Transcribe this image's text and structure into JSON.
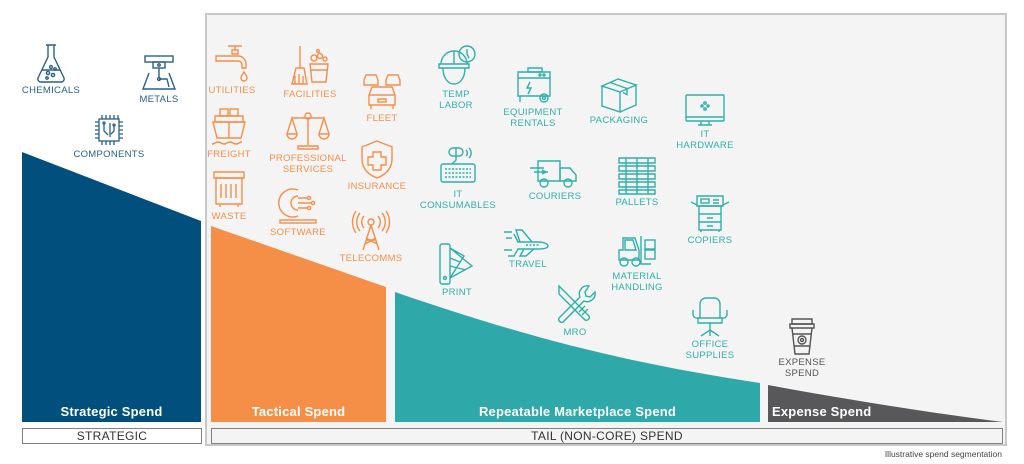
{
  "colors": {
    "strategic": "#004f7c",
    "tactical": "#f58f48",
    "marketplace": "#2ea8a8",
    "expense": "#58585a",
    "panel_bg": "#f4f4f4",
    "panel_border": "#c8c8c8"
  },
  "segments": {
    "strategic": {
      "label": "Strategic Spend"
    },
    "tactical": {
      "label": "Tactical Spend"
    },
    "marketplace": {
      "label": "Repeatable Marketplace Spend"
    },
    "expense": {
      "label": "Expense Spend"
    }
  },
  "categories": {
    "strategic": "STRATEGIC",
    "tail": "TAIL (NON-CORE) SPEND"
  },
  "strategic_items": [
    {
      "label": "CHEMICALS",
      "icon": "flask-icon"
    },
    {
      "label": "METALS",
      "icon": "metal-press-icon"
    },
    {
      "label": "COMPONENTS",
      "icon": "chip-icon"
    }
  ],
  "tactical_items": [
    {
      "label": "UTILITIES",
      "icon": "faucet-icon"
    },
    {
      "label": "FACILITIES",
      "icon": "broom-bucket-icon"
    },
    {
      "label": "FLEET",
      "icon": "cars-icon"
    },
    {
      "label": "FREIGHT",
      "icon": "ship-icon"
    },
    {
      "label": "PROFESSIONAL",
      "label2": "SERVICES",
      "icon": "scales-icon"
    },
    {
      "label": "INSURANCE",
      "icon": "shield-cross-icon"
    },
    {
      "label": "WASTE",
      "icon": "dumpster-icon"
    },
    {
      "label": "SOFTWARE",
      "icon": "gear-circuit-icon"
    },
    {
      "label": "TELECOMMS",
      "icon": "antenna-icon"
    }
  ],
  "marketplace_items": [
    {
      "label": "TEMP",
      "label2": "LABOR",
      "icon": "hardhat-clock-icon"
    },
    {
      "label": "EQUIPMENT",
      "label2": "RENTALS",
      "icon": "generator-icon"
    },
    {
      "label": "PACKAGING",
      "icon": "box-icon"
    },
    {
      "label": "IT",
      "label2": "HARDWARE",
      "icon": "monitor-icon"
    },
    {
      "label": "IT",
      "label2": "CONSUMABLES",
      "icon": "keyboard-mouse-icon"
    },
    {
      "label": "COURIERS",
      "icon": "truck-icon"
    },
    {
      "label": "PALLETS",
      "icon": "pallets-icon"
    },
    {
      "label": "COPIERS",
      "icon": "copier-icon"
    },
    {
      "label": "PRINT",
      "icon": "swatch-icon"
    },
    {
      "label": "TRAVEL",
      "icon": "plane-icon"
    },
    {
      "label": "MATERIAL",
      "label2": "HANDLING",
      "icon": "forklift-icon"
    },
    {
      "label": "MRO",
      "icon": "tools-icon"
    },
    {
      "label": "OFFICE",
      "label2": "SUPPLIES",
      "icon": "chair-icon"
    }
  ],
  "expense_items": [
    {
      "label": "EXPENSE",
      "label2": "SPEND",
      "icon": "coffee-cup-icon"
    }
  ],
  "caption": "Illustrative spend segmentation"
}
